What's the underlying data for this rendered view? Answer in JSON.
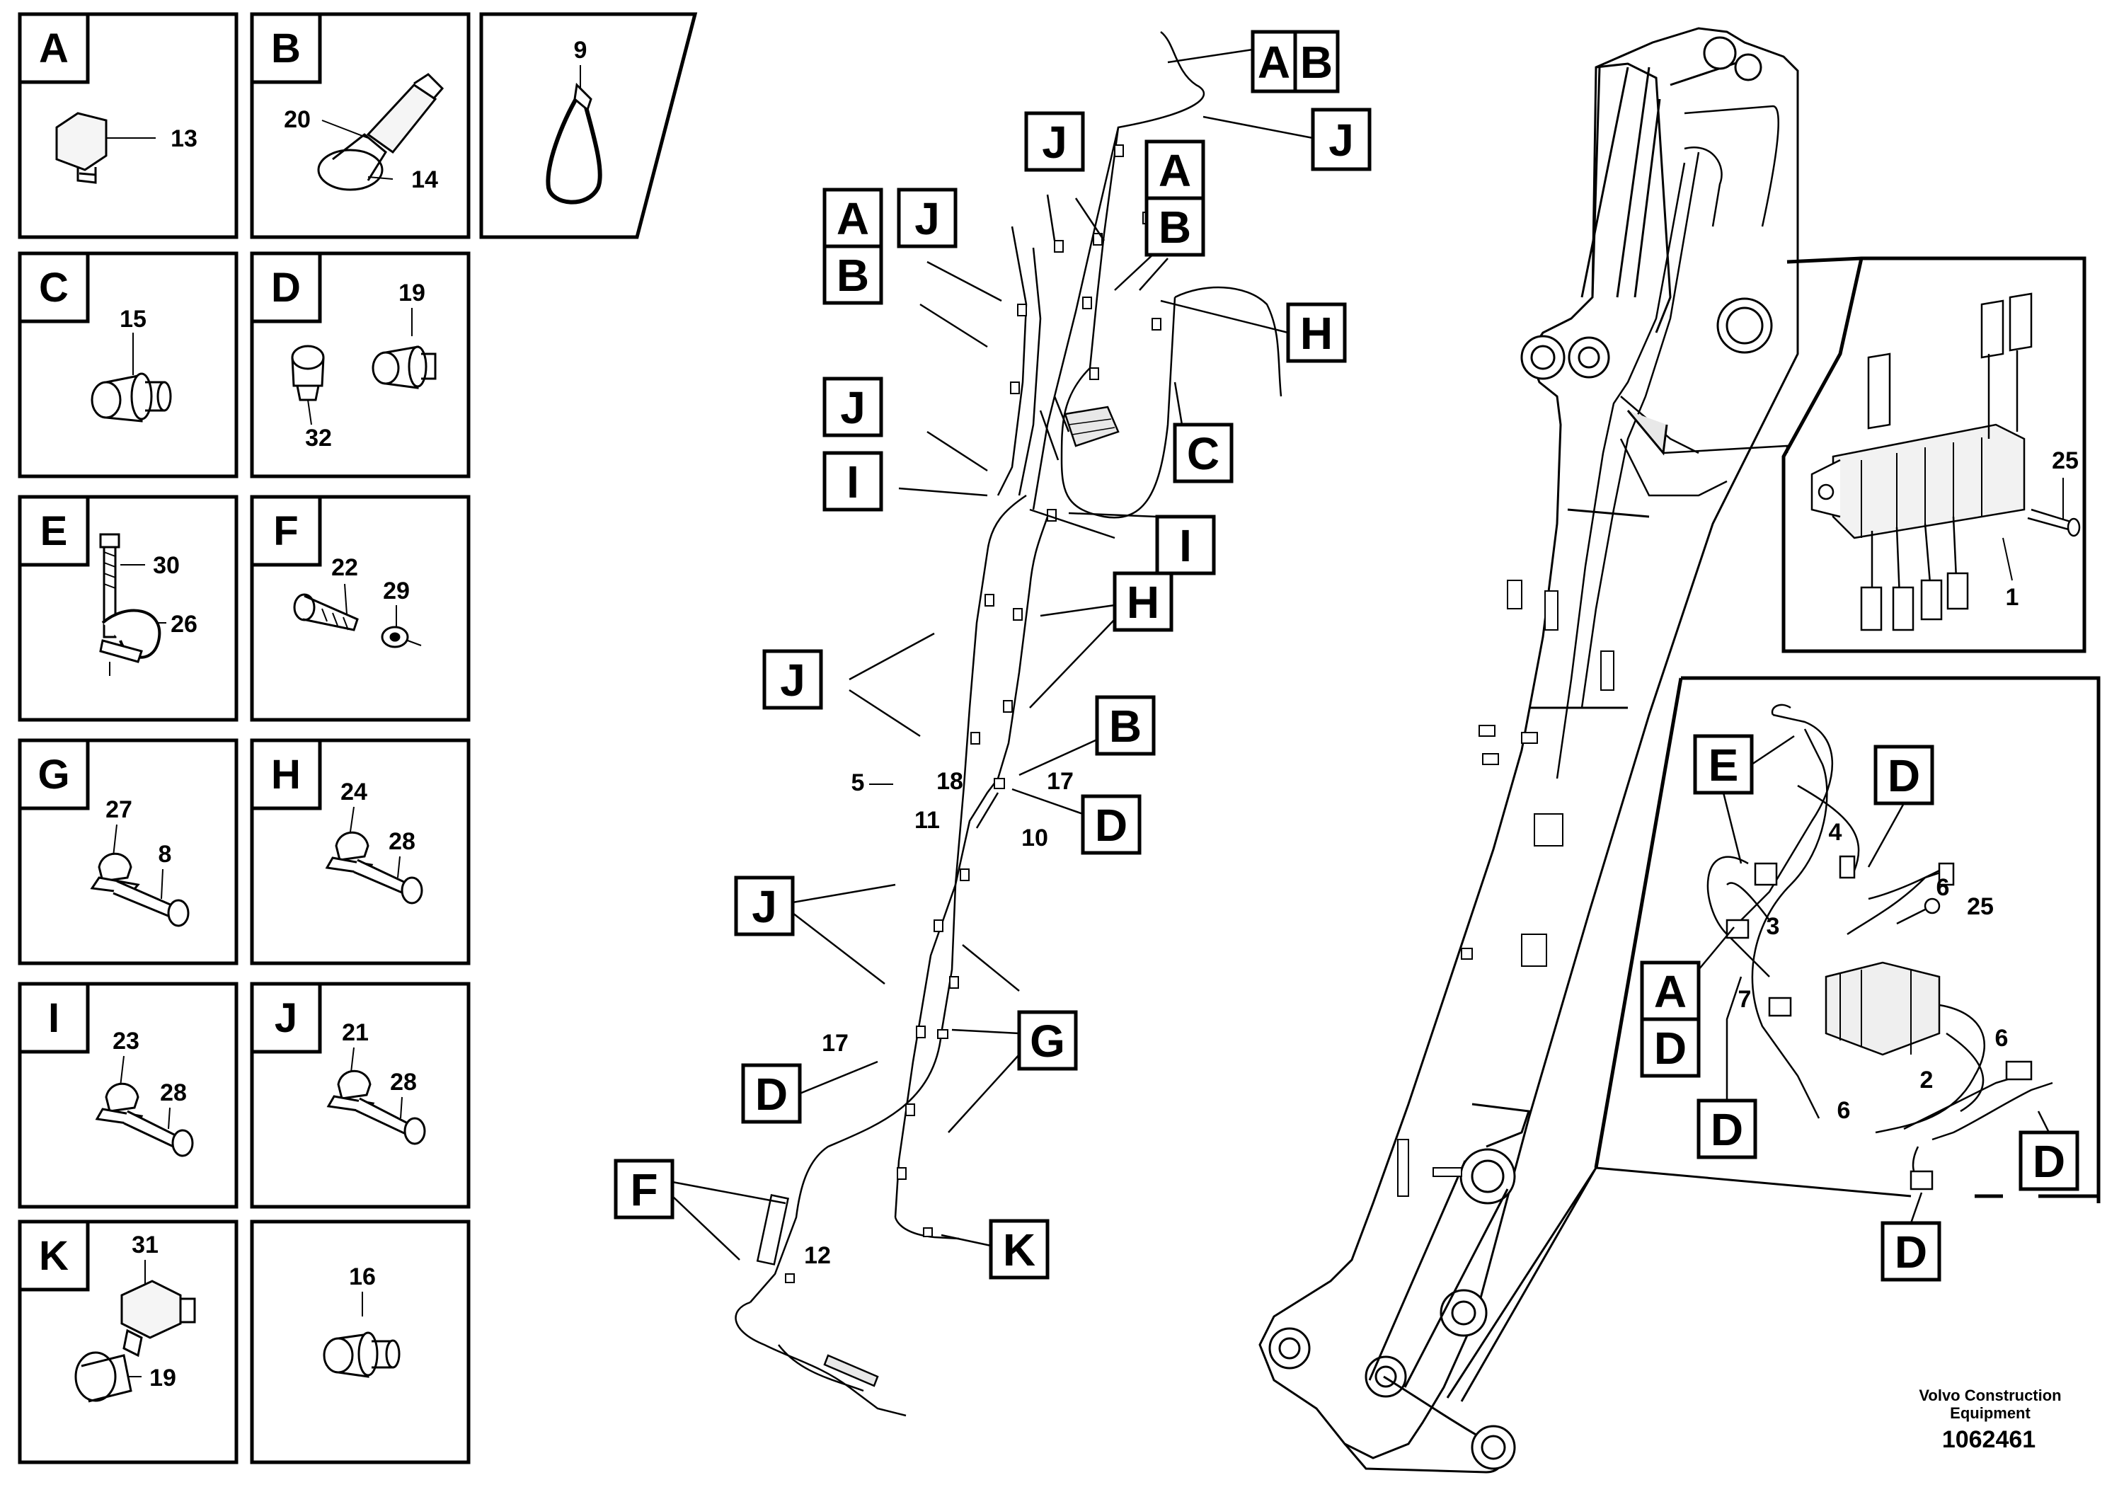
{
  "panels": [
    {
      "letter": "A",
      "parts": [
        "13"
      ]
    },
    {
      "letter": "B",
      "parts": [
        "20",
        "14"
      ]
    },
    {
      "letter": "",
      "parts": [
        "9"
      ]
    },
    {
      "letter": "C",
      "parts": [
        "15"
      ]
    },
    {
      "letter": "D",
      "parts": [
        "19",
        "32"
      ]
    },
    {
      "letter": "E",
      "parts": [
        "30",
        "26"
      ]
    },
    {
      "letter": "F",
      "parts": [
        "22",
        "29"
      ]
    },
    {
      "letter": "G",
      "parts": [
        "27",
        "8"
      ]
    },
    {
      "letter": "H",
      "parts": [
        "24",
        "28"
      ]
    },
    {
      "letter": "I",
      "parts": [
        "23",
        "28"
      ]
    },
    {
      "letter": "J",
      "parts": [
        "21",
        "28"
      ]
    },
    {
      "letter": "K",
      "parts": [
        "31",
        "19"
      ]
    },
    {
      "letter": "",
      "parts": [
        "16"
      ]
    }
  ],
  "center_tags": [
    "A",
    "B",
    "J",
    "A",
    "B",
    "J",
    "A",
    "B",
    "H",
    "J",
    "I",
    "C",
    "I",
    "H",
    "J",
    "B",
    "D",
    "J",
    "G",
    "D",
    "F",
    "K"
  ],
  "center_numbers": [
    "5",
    "18",
    "17",
    "11",
    "10",
    "17",
    "12"
  ],
  "inset_top_numbers": [
    "25",
    "1"
  ],
  "inset_bottom_tags": [
    "E",
    "D",
    "A",
    "D",
    "D",
    "D",
    "D"
  ],
  "inset_bottom_numbers": [
    "4",
    "6",
    "25",
    "3",
    "7",
    "6",
    "2",
    "6"
  ],
  "footer": {
    "line1": "Volvo Construction",
    "line2": "Equipment",
    "doc_number": "1062461"
  }
}
